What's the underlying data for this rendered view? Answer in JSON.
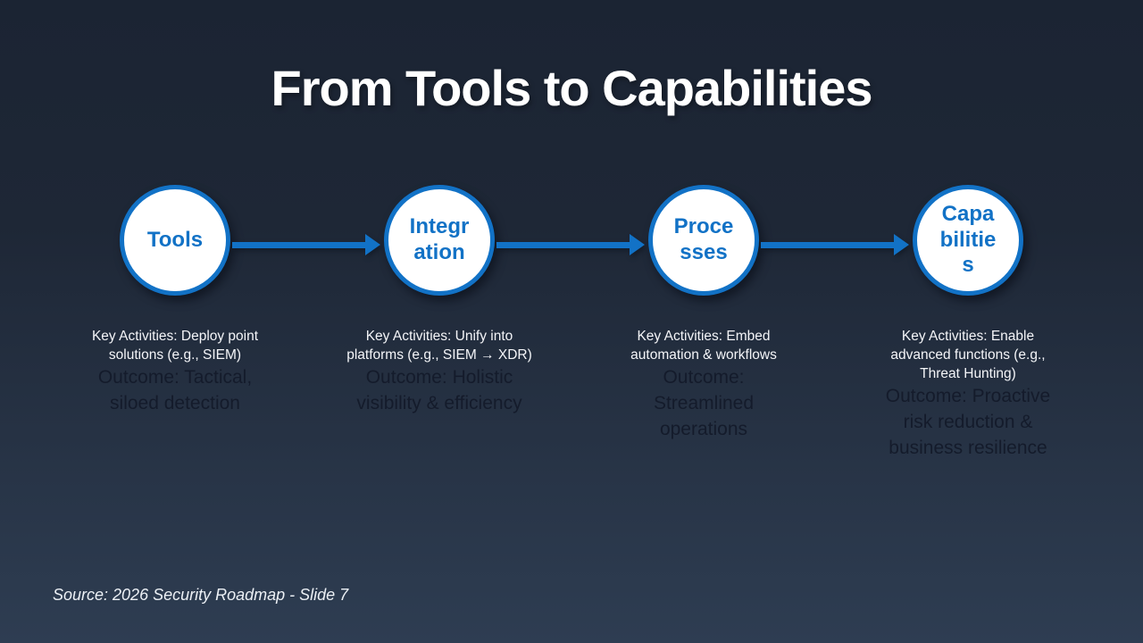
{
  "slide": {
    "title": "From Tools to Capabilities",
    "source_caption": "Source: 2026 Security Roadmap - Slide 7",
    "colors": {
      "background_top": "#1B2433",
      "background_bottom": "#2E3D52",
      "accent_blue": "#1272C6",
      "circle_fill": "#FFFFFF",
      "title_text": "#FFFFFF",
      "key_activities_text": "#F4F5F8",
      "outcome_text": "#141B2B"
    },
    "stages": [
      {
        "label": "Tools",
        "key_activities": "Key Activities: Deploy point\nsolutions (e.g., SIEM)",
        "outcome": "Outcome: Tactical,\nsiloed detection"
      },
      {
        "label": "Integr\nation",
        "key_activities": "Key Activities: Unify into\nplatforms (e.g., SIEM → XDR)",
        "outcome": "Outcome: Holistic\nvisibility & efficiency"
      },
      {
        "label": "Proce\nsses",
        "key_activities": "Key Activities: Embed\nautomation & workflows",
        "outcome": "Outcome:\nStreamlined\noperations"
      },
      {
        "label": "Capa\nbilitie\ns",
        "key_activities": "Key Activities: Enable\nadvanced functions (e.g.,\nThreat Hunting)",
        "outcome": "Outcome: Proactive\nrisk reduction &\nbusiness resilience"
      }
    ]
  }
}
